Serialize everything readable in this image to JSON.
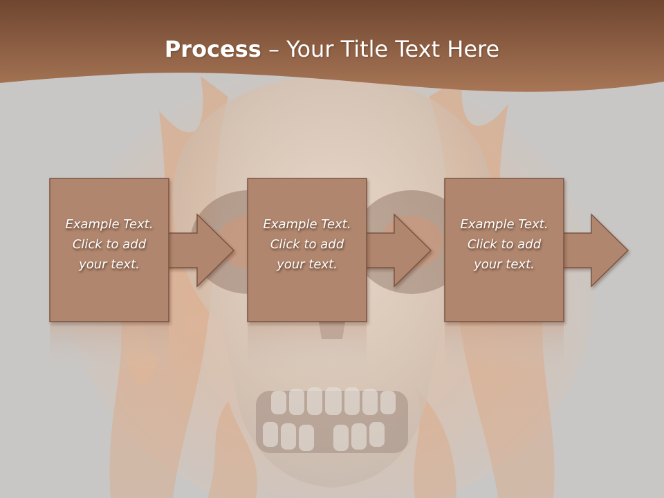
{
  "slide": {
    "title_bold": "Process",
    "title_rest": " – Your Title Text Here"
  },
  "theme": {
    "band_color": "#8e5a3c",
    "box_fill": "#b0866e",
    "box_border": "#7a5240",
    "page_background": "#c9c7c5",
    "background_image": "flaming-skull"
  },
  "steps": [
    {
      "lines": [
        "Example Text.",
        "Click  to add",
        "your text."
      ]
    },
    {
      "lines": [
        "Example Text.",
        "Click  to add",
        "your text."
      ]
    },
    {
      "lines": [
        "Example Text.",
        "Click  to add",
        "your text."
      ]
    }
  ]
}
